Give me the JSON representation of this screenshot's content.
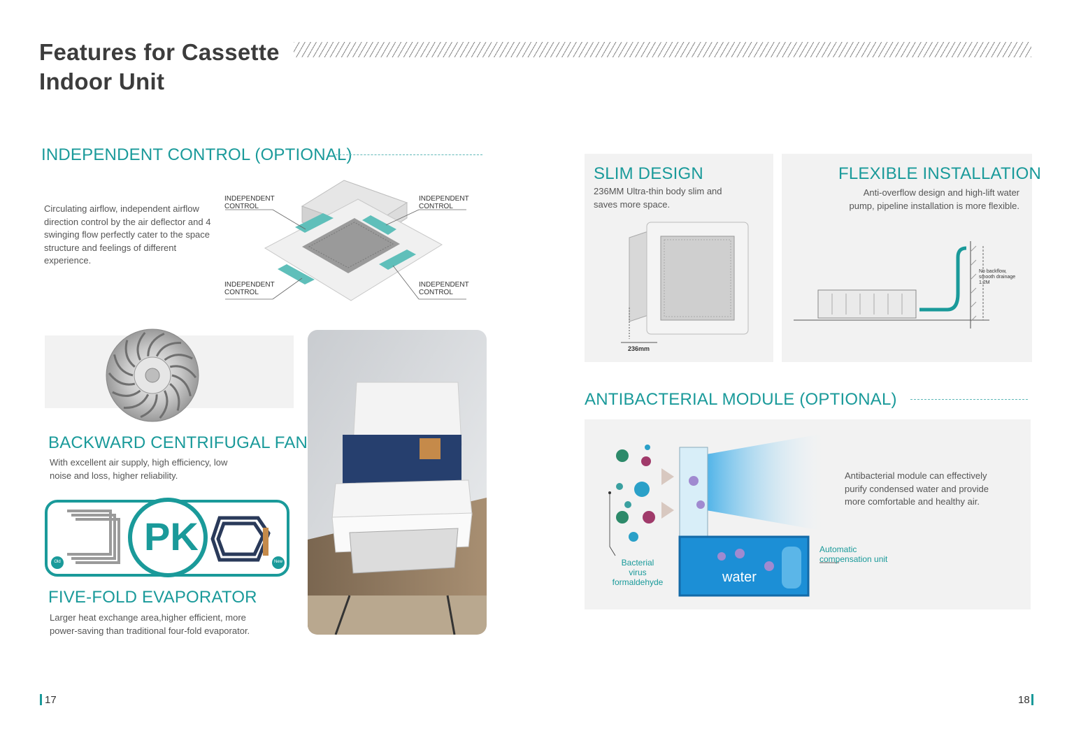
{
  "page_title_line1": "Features for Cassette",
  "page_title_line2": "Indoor Unit",
  "independent_control": {
    "title": "INDEPENDENT CONTROL (OPTIONAL)",
    "description": "Circulating airflow, independent airflow direction control by the air deflector and 4 swinging flow perfectly cater to the space structure and feelings of different experience.",
    "callout_line1": "INDEPENDENT",
    "callout_line2": "CONTROL"
  },
  "fan": {
    "title": "BACKWARD CENTRIFUGAL FAN",
    "description_line1": "With excellent air supply, high efficiency, low",
    "description_line2": "noise and loss, higher reliability."
  },
  "evaporator": {
    "pk_label": "PK",
    "old_label": "Old",
    "new_label": "New",
    "title": "FIVE-FOLD EVAPORATOR",
    "description_line1": "Larger heat exchange area,higher efficient, more",
    "description_line2": "power-saving than traditional four-fold evaporator."
  },
  "slim_design": {
    "title": "SLIM DESIGN",
    "description_line1": "236MM Ultra-thin body slim and",
    "description_line2": "saves more space.",
    "dimension": "236mm"
  },
  "flexible_installation": {
    "title": "FLEXIBLE INSTALLATION",
    "description_line1": "Anti-overflow design and high-lift water",
    "description_line2": "pump, pipeline installation is more flexible.",
    "note_line1": "No backflow,",
    "note_line2": "smooth drainage",
    "note_line3": "1.2M"
  },
  "antibacterial": {
    "title": "ANTIBACTERIAL MODULE (OPTIONAL)",
    "description_line1": "Antibacterial module can effectively",
    "description_line2": "purify condensed water and provide",
    "description_line3": "more comfortable and healthy air.",
    "bacteria_line1": "Bacterial",
    "bacteria_line2": "virus",
    "bacteria_line3": "formaldehyde",
    "water_label": "water",
    "compensation_line1": "Automatic",
    "compensation_line2": "compensation unit"
  },
  "page_left": "17",
  "page_right": "18",
  "colors": {
    "accent": "#1a9a9a",
    "panel": "#f2f2f2",
    "title": "#3c3c3c"
  }
}
